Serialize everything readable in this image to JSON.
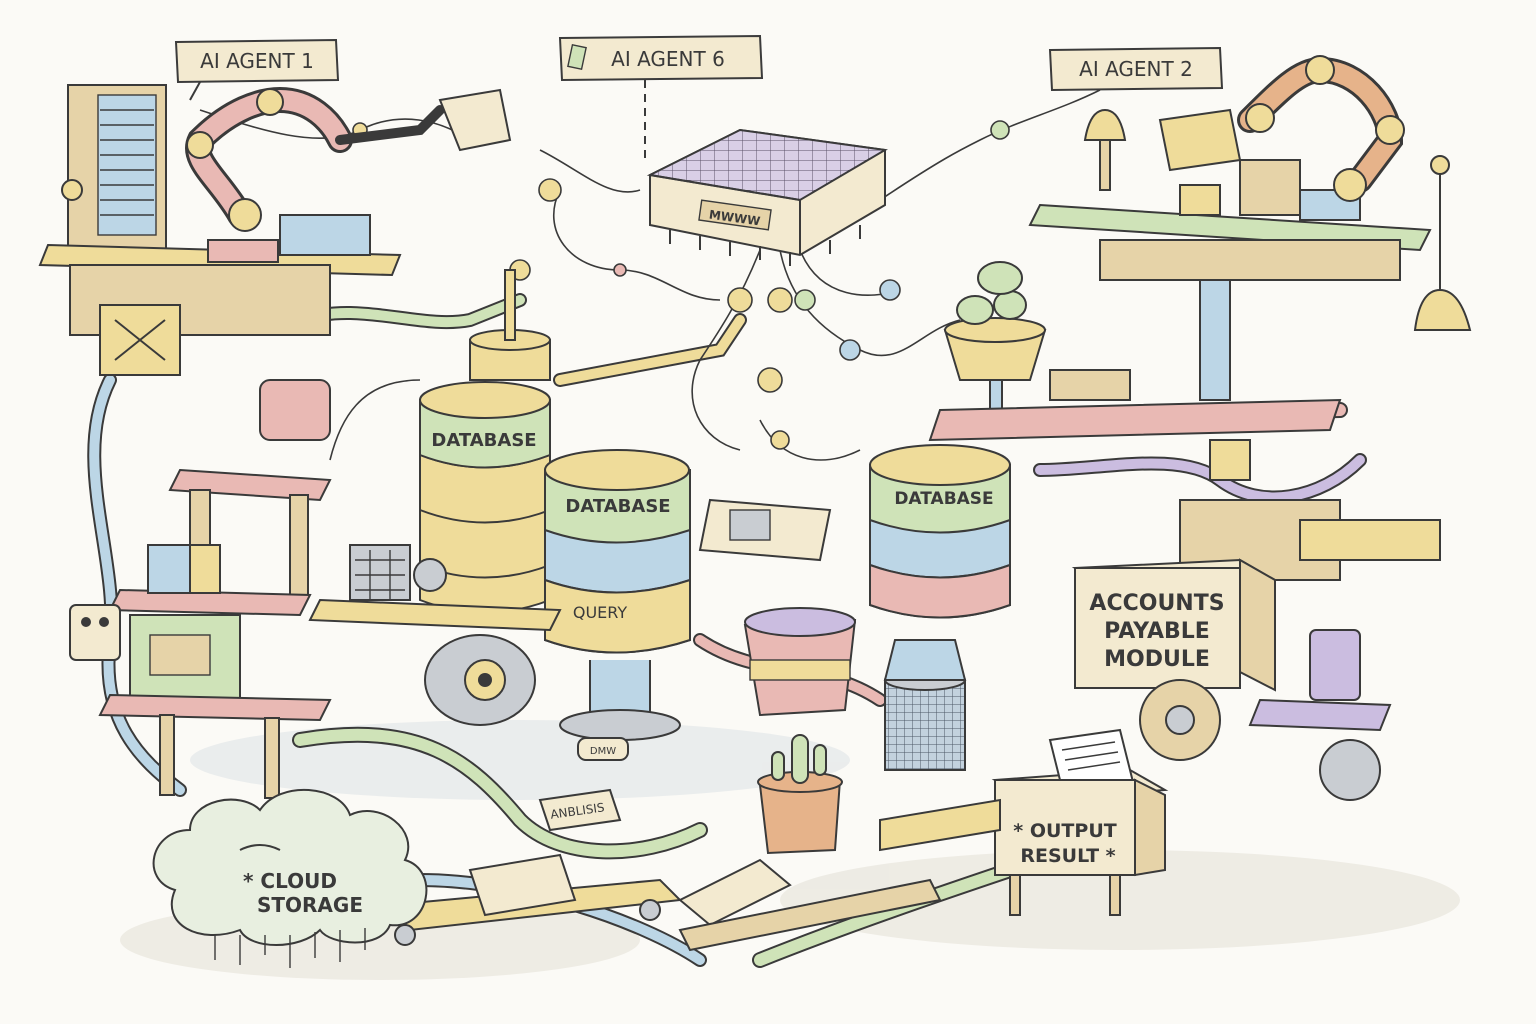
{
  "labels": {
    "agent1": "AI AGENT 1",
    "agent6": "AI AGENT 6",
    "agent2": "AI AGENT 2",
    "database_left": "DATABASE",
    "database_center": "DATABASE",
    "query": "QUERY",
    "database_right": "DATABASE",
    "accounts_payable_line1": "ACCOUNTS",
    "accounts_payable_line2": "PAYABLE",
    "accounts_payable_line3": "MODULE",
    "cloud_line1": "* CLOUD",
    "cloud_line2": "STORAGE",
    "output_line1": "* OUTPUT",
    "output_line2": "RESULT *",
    "analysis_tag": "ANBLISIS",
    "chip_text": "MWWW",
    "small_tag": "DMW"
  },
  "colors": {
    "ink": "#3a3a3a",
    "label_fill": "#f3ead0",
    "yellow": "#efdc9a",
    "green": "#cfe3b8",
    "blue": "#bcd6e6",
    "pink": "#e9b9b4",
    "lavender": "#cbbde0",
    "tan": "#e6d3a8",
    "gray": "#c9cdd2"
  }
}
